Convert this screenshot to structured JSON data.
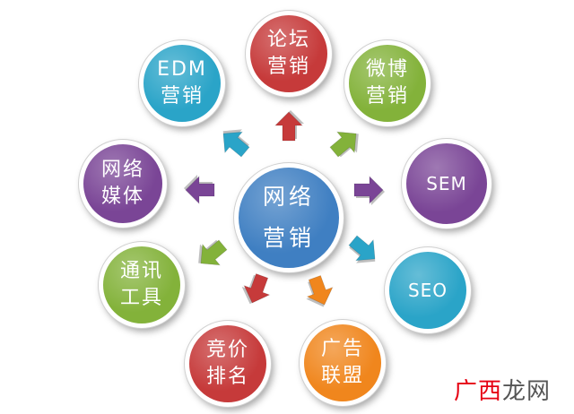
{
  "diagram": {
    "center": {
      "line1": "网络",
      "line2": "营销",
      "color": "#3f7fc2"
    },
    "nodes": [
      {
        "id": "forum",
        "line1": "论坛",
        "line2": "营销",
        "color": "#c63a3a"
      },
      {
        "id": "weibo",
        "line1": "微博",
        "line2": "营销",
        "color": "#83b23a"
      },
      {
        "id": "sem",
        "line1": "SEM",
        "line2": "",
        "color": "#7a4596"
      },
      {
        "id": "seo",
        "line1": "SEO",
        "line2": "",
        "color": "#2aa4c8"
      },
      {
        "id": "alliance",
        "line1": "广告",
        "line2": "联盟",
        "color": "#f0861d"
      },
      {
        "id": "ranking",
        "line1": "竞价",
        "line2": "排名",
        "color": "#c63a3a"
      },
      {
        "id": "tools",
        "line1": "通讯",
        "line2": "工具",
        "color": "#83b23a"
      },
      {
        "id": "media",
        "line1": "网络",
        "line2": "媒体",
        "color": "#7a4596"
      },
      {
        "id": "edm",
        "line1": "EDM",
        "line2": "营销",
        "color": "#2aa4c8"
      }
    ]
  },
  "watermark": {
    "brand": "广西",
    "rest": "龙网"
  }
}
